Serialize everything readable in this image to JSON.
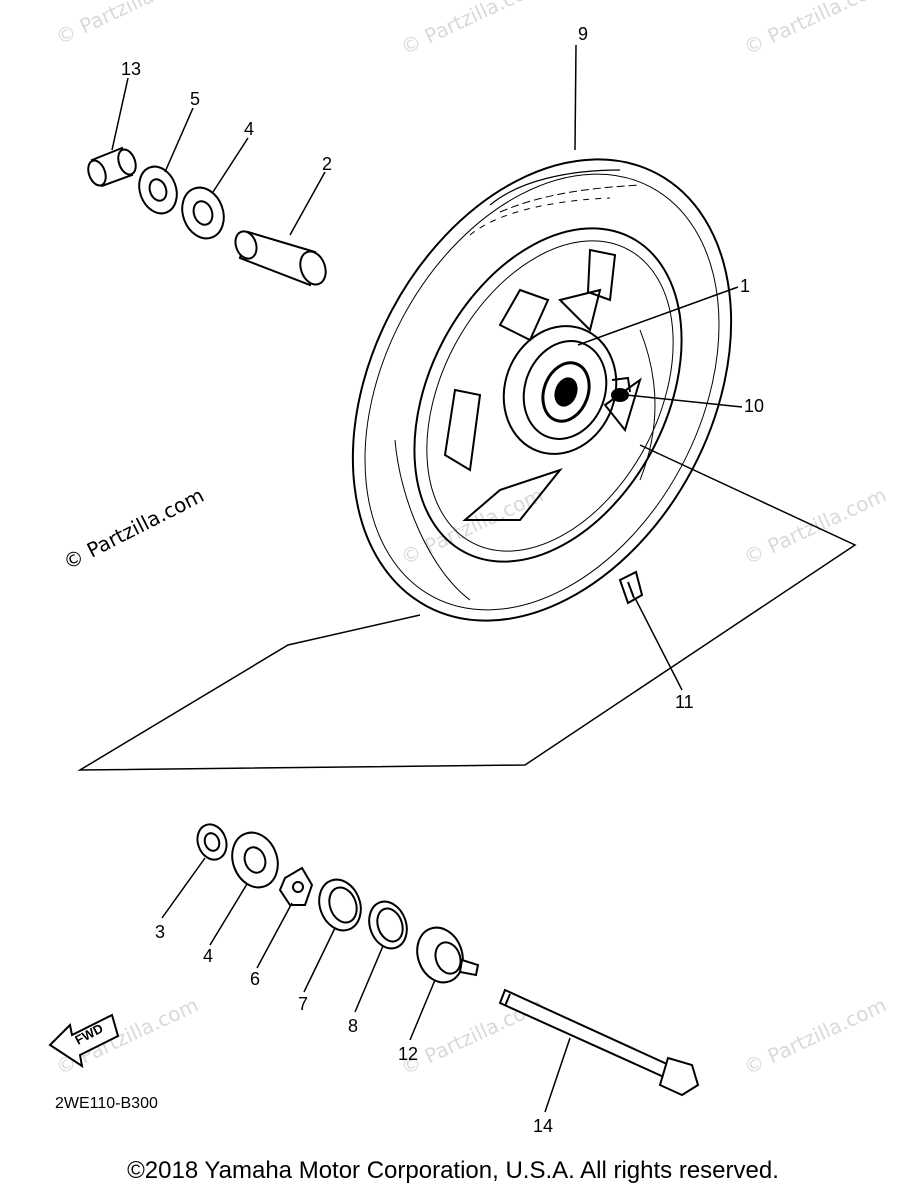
{
  "watermark": "© Partzilla.com",
  "diagram_code": "2WE110-B300",
  "fwd_label": "FWD",
  "copyright": "©2018 Yamaha Motor Corporation, U.S.A. All rights reserved.",
  "callouts": {
    "c1": "1",
    "c2": "2",
    "c3": "3",
    "c4a": "4",
    "c4b": "4",
    "c5": "5",
    "c6": "6",
    "c7": "7",
    "c8": "8",
    "c9": "9",
    "c10": "10",
    "c11": "11",
    "c12": "12",
    "c13": "13",
    "c14": "14"
  }
}
